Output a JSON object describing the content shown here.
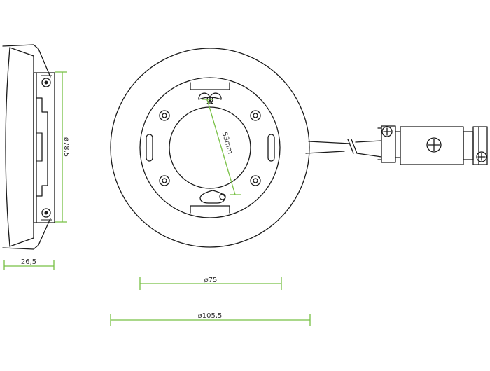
{
  "dimensions": {
    "height_side": "ø78,5",
    "depth_side": "26,5",
    "cutout_diameter": "ø75",
    "outer_diameter": "ø105,5",
    "mount_spacing": "53mm"
  },
  "colors": {
    "dimension_line": "#77c043",
    "outline": "#1a1a1a"
  }
}
